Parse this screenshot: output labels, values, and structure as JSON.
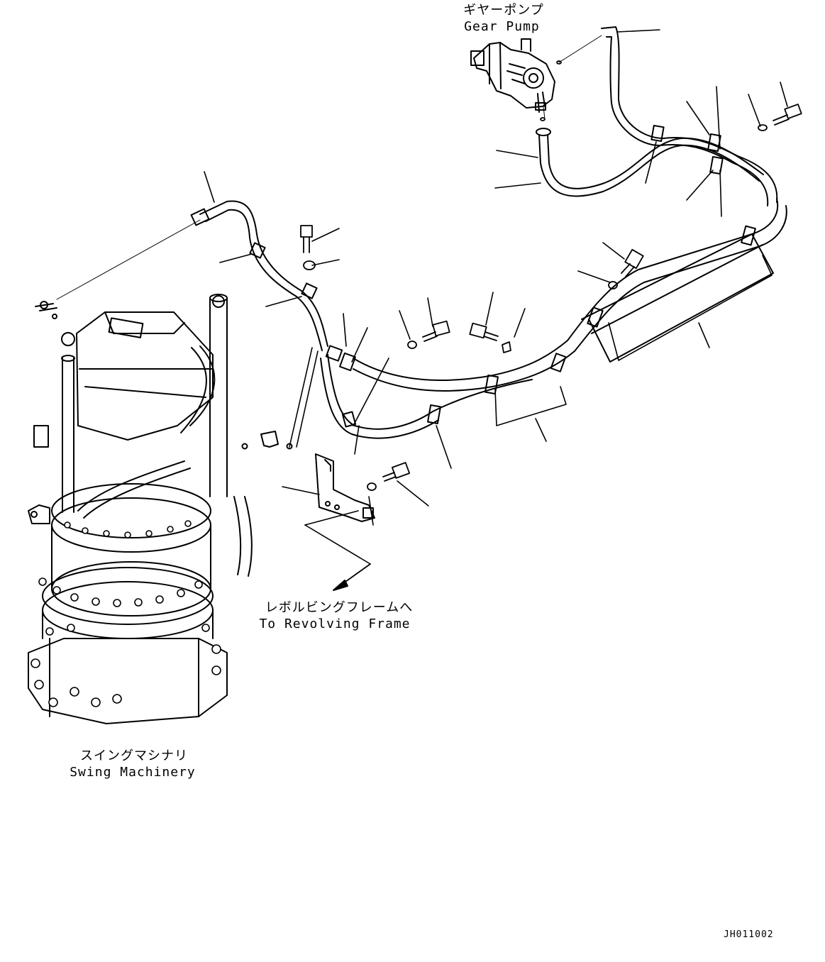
{
  "labels": {
    "gear_pump_jp": "ギヤーポンプ",
    "gear_pump_en": "Gear Pump",
    "revolving_frame_jp": "レボルビングフレームへ",
    "revolving_frame_en": "To Revolving Frame",
    "swing_machinery_jp": "スイングマシナリ",
    "swing_machinery_en": "Swing Machinery"
  },
  "drawing_code": "JH011002"
}
